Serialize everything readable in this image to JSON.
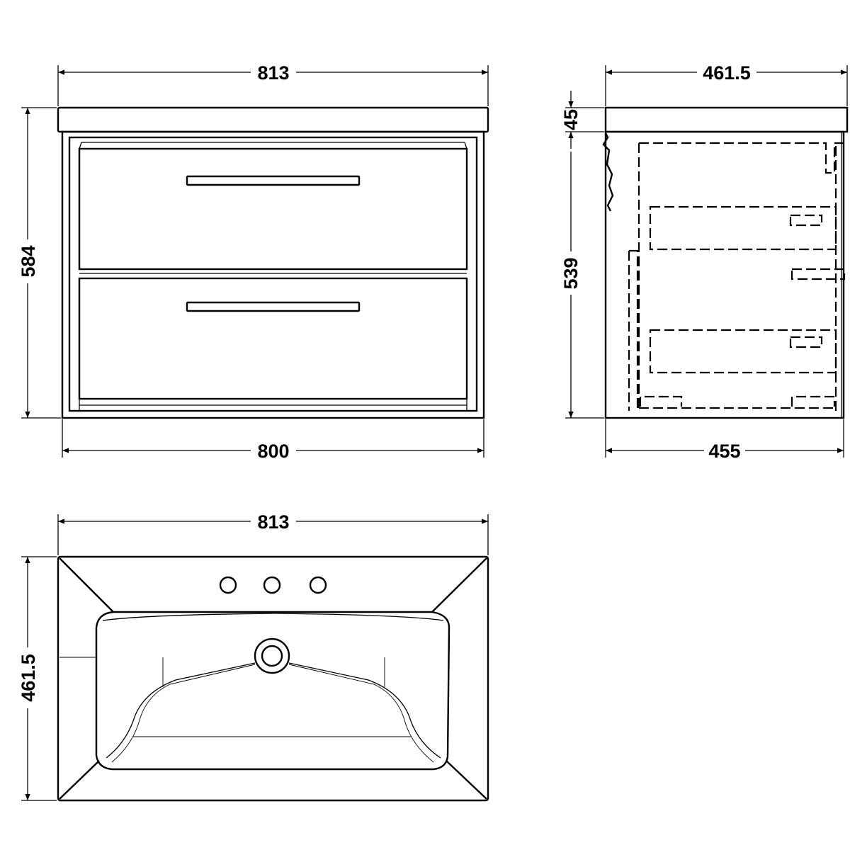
{
  "views": {
    "front": {
      "top_width": "813",
      "height": "584",
      "body_width": "800"
    },
    "side": {
      "top_depth": "461.5",
      "top_thickness": "45",
      "body_height": "539",
      "body_depth": "455"
    },
    "plan": {
      "width": "813",
      "depth": "461.5"
    }
  }
}
